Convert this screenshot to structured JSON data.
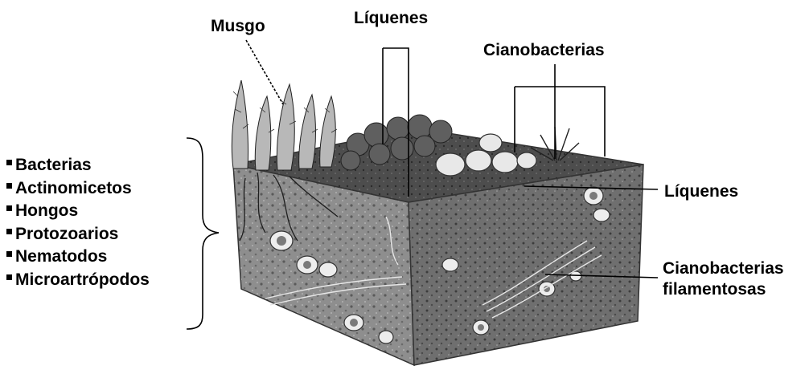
{
  "labels": {
    "musgo": "Musgo",
    "liquenes_top": "Líquenes",
    "cianobacterias_top": "Cianobacterias",
    "liquenes_right": "Líquenes",
    "cianobacterias_filamentosas_line1": "Cianobacterias",
    "cianobacterias_filamentosas_line2": "filamentosas"
  },
  "organisms": [
    "Bacterias",
    "Actinomicetos",
    "Hongos",
    "Protozoarios",
    "Nematodos",
    "Microartrópodos"
  ],
  "colors": {
    "ink": "#000000",
    "soil_light": "#9a9a9a",
    "soil_dark": "#555555",
    "background": "#ffffff"
  }
}
